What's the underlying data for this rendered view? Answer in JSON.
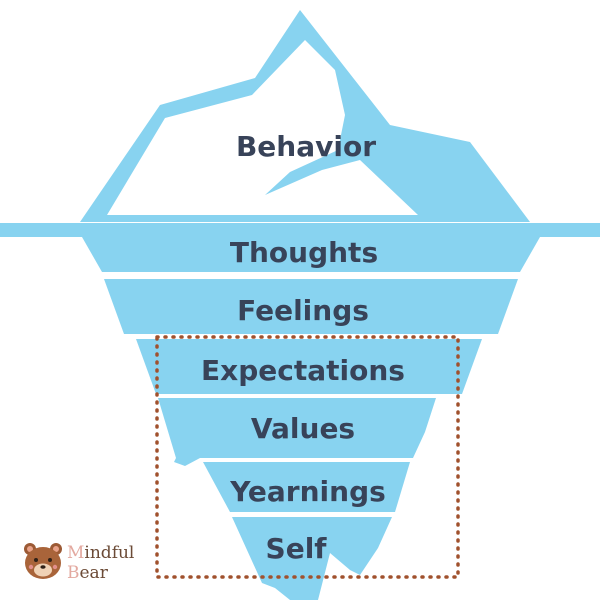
{
  "diagram": {
    "layers": [
      {
        "id": "behavior",
        "label": "Behavior"
      },
      {
        "id": "thoughts",
        "label": "Thoughts"
      },
      {
        "id": "feelings",
        "label": "Feelings"
      },
      {
        "id": "expectations",
        "label": "Expectations"
      },
      {
        "id": "values",
        "label": "Values"
      },
      {
        "id": "yearnings",
        "label": "Yearnings"
      },
      {
        "id": "self",
        "label": "Self"
      }
    ],
    "colors": {
      "ice": "#88d3f0",
      "snow": "#ffffff",
      "label": "#384359",
      "highlight_box": "#a0512d"
    }
  },
  "brand": {
    "line1_initial": "M",
    "line1_rest": "indful",
    "line2_initial": "B",
    "line2_rest": "ear",
    "icon": "bear-face-icon"
  }
}
